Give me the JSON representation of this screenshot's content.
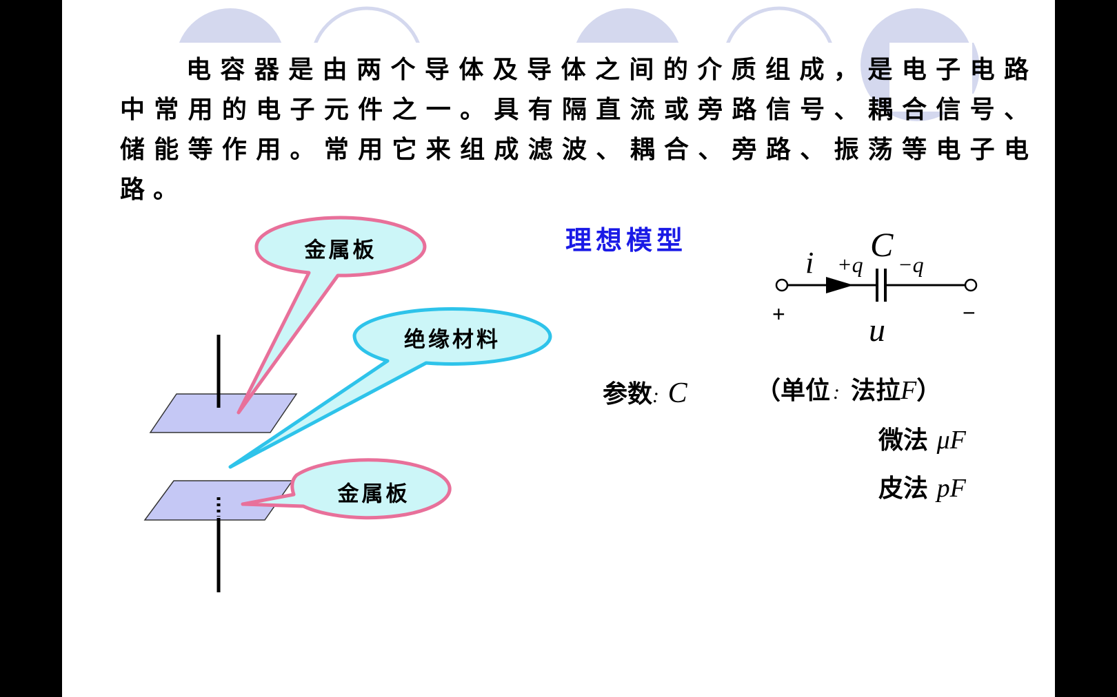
{
  "intro_text": "电容器是由两个导体及导体之间的介质组成，是电子电路中常用的电子元件之一。具有隔直流或旁路信号、耦合信号、储能等作用。常用它来组成滤波、耦合、旁路、振荡等电子电路。",
  "diagram": {
    "callout_top": "金属板",
    "callout_middle": "绝缘材料",
    "callout_bottom": "金属板"
  },
  "model": {
    "title": "理想模型",
    "capacitor_symbol": "C",
    "current_symbol": "i",
    "plus_charge": "+q",
    "minus_charge": "−q",
    "plus_terminal": "+",
    "minus_terminal": "−",
    "voltage_symbol": "u"
  },
  "parameters": {
    "label": "参数",
    "colon": ":",
    "symbol": "C",
    "unit_open": "（单位",
    "unit_colon": ":",
    "unit_farad_name": "法拉",
    "unit_farad_symbol": "F",
    "unit_close": "）",
    "micro_name": "微法",
    "micro_symbol": "μF",
    "pico_name": "皮法",
    "pico_symbol": "pF"
  },
  "colors": {
    "deco_circle": "#d4d8ee",
    "callout_pink_border": "#e8709a",
    "callout_blue_border": "#2ec3ea",
    "callout_fill": "#ccf6f8",
    "plate_fill": "#c5c8f5",
    "title_blue": "#1a1ae6"
  }
}
